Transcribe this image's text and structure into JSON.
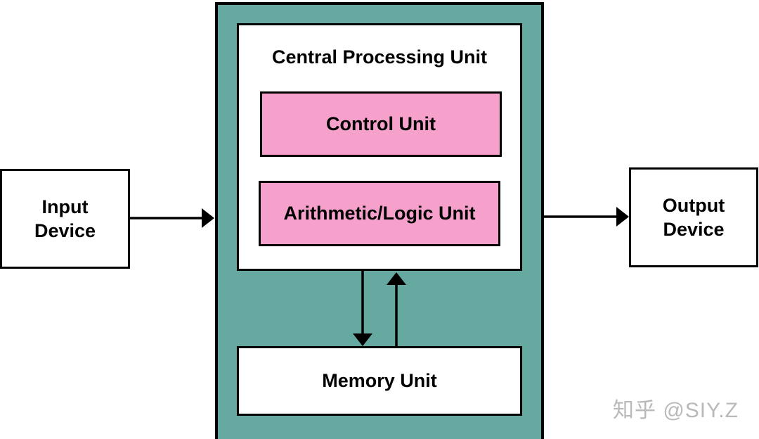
{
  "diagram": {
    "cpu_title": "Central Processing Unit",
    "control_unit": "Control Unit",
    "alu": "Arithmetic/Logic Unit",
    "memory_unit": "Memory Unit",
    "input_device": [
      "Input",
      "Device"
    ],
    "output_device": [
      "Output",
      "Device"
    ],
    "watermark": "知乎 @SIY.Z"
  },
  "colors": {
    "cpu_background": "#66a9a1",
    "unit_fill": "#f6a0cc",
    "border": "#000000",
    "watermark": "#b9b9b9"
  }
}
